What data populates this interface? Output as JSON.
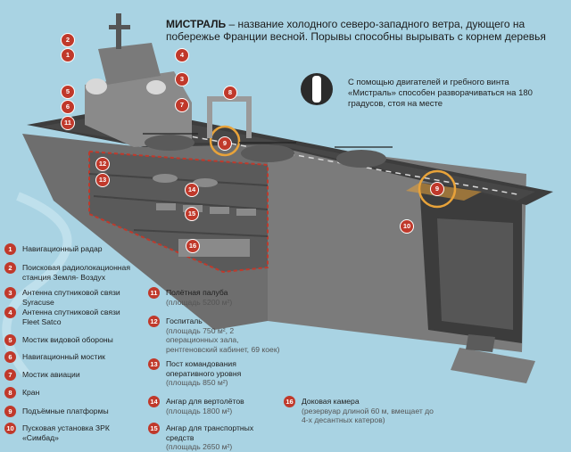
{
  "headline": {
    "title": "МИСТРАЛЬ",
    "text": " – название холодного северо-западного ветра, дующего на побережье Франции весной. Порывы способны вырывать с корнем деревья"
  },
  "note": "С помощью двигателей и гребного винта «Мистраль» способен разворачиваться на 180 градусов, стоя на месте",
  "legend_left": [
    {
      "n": "1",
      "label": "Навигационный радар"
    },
    {
      "n": "2",
      "label": "Поисковая радиолокационная станция Земля- Воздух"
    },
    {
      "n": "3",
      "label": "Антенна спутниковой связи Syracuse"
    },
    {
      "n": "4",
      "label": "Антенна спутниковой связи Fleet Satco"
    },
    {
      "n": "5",
      "label": "Мостик видовой обороны"
    },
    {
      "n": "6",
      "label": "Навигационный мостик"
    },
    {
      "n": "7",
      "label": "Мостик авиации"
    },
    {
      "n": "8",
      "label": "Кран"
    },
    {
      "n": "9",
      "label": "Подъёмные платформы"
    },
    {
      "n": "10",
      "label": "Пусковая установка ЗРК «Симбад»"
    }
  ],
  "legend_mid": [
    {
      "n": "11",
      "label": "Полётная палуба",
      "sub": "(площадь 5200 м²)"
    },
    {
      "n": "12",
      "label": "Госпиталь",
      "sub": "(площадь 750 м², 2 операционных зала, рентгеновский кабинет, 69 коек)"
    },
    {
      "n": "13",
      "label": "Пост командования оперативного уровня",
      "sub": "(площадь 850 м²)"
    },
    {
      "n": "14",
      "label": "Ангар для вертолётов",
      "sub": "(площадь 1800 м²)"
    },
    {
      "n": "15",
      "label": "Ангар для транспортных средств",
      "sub": "(площадь 2650 м²)"
    }
  ],
  "legend_right": [
    {
      "n": "16",
      "label": "Доковая камера",
      "sub": "(резервуар длиной 60 м, вмещает до 4-х десантных катеров)"
    }
  ],
  "markers": [
    {
      "n": "2"
    },
    {
      "n": "1"
    },
    {
      "n": "4"
    },
    {
      "n": "3"
    },
    {
      "n": "5"
    },
    {
      "n": "6"
    },
    {
      "n": "7"
    },
    {
      "n": "8"
    },
    {
      "n": "11"
    },
    {
      "n": "9"
    },
    {
      "n": "12"
    },
    {
      "n": "13"
    },
    {
      "n": "14"
    },
    {
      "n": "15"
    },
    {
      "n": "16"
    },
    {
      "n": "9"
    },
    {
      "n": "10"
    }
  ],
  "colors": {
    "sea": "#a9d3e3",
    "hull": "#6e6e6e",
    "hull_dark": "#4a4a4a",
    "deck": "#3a3a3a",
    "accent": "#c0392b",
    "deck_pad": "#e8a33a"
  }
}
